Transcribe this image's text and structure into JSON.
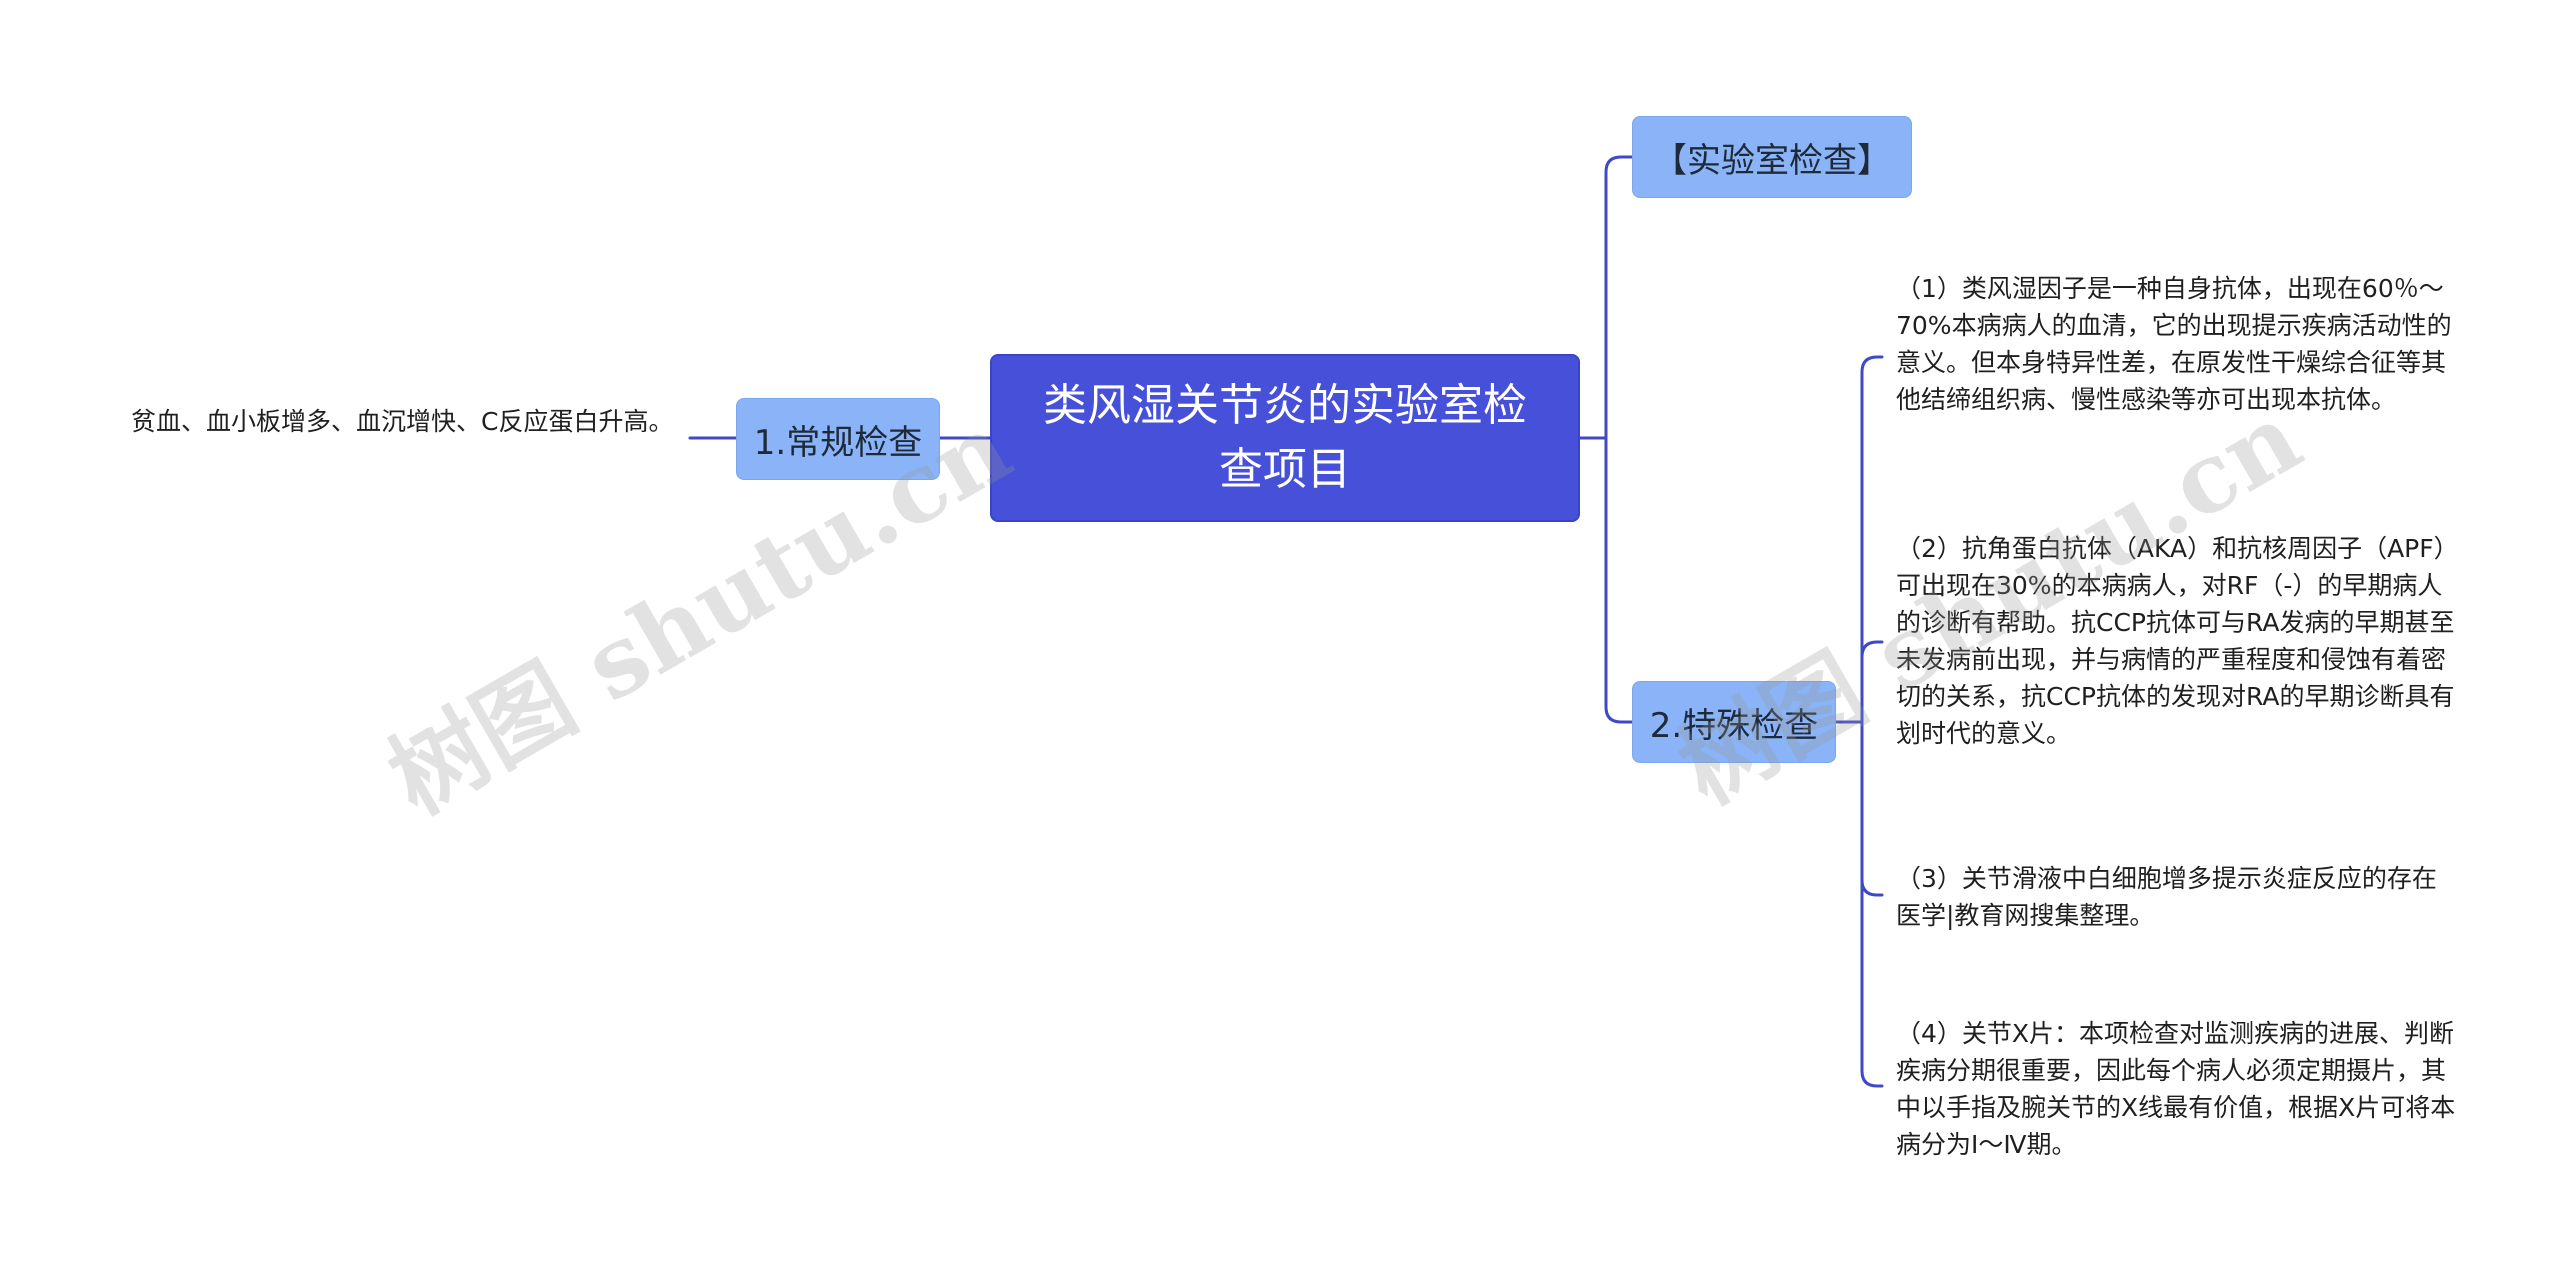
{
  "mindmap": {
    "root": "类风湿关节炎的实验室检查项目",
    "branches": {
      "routine": {
        "label": "1.常规检查",
        "leaf": "贫血、血小板增多、血沉增快、C反应蛋白升高。"
      },
      "lab": {
        "label": "【实验室检查】"
      },
      "special": {
        "label": "2.特殊检查",
        "items": [
          "（1）类风湿因子是一种自身抗体，出现在60％～70%本病病人的血清，它的出现提示疾病活动性的意义。但本身特异性差，在原发性干燥综合征等其他结缔组织病、慢性感染等亦可出现本抗体。",
          "（2）抗角蛋白抗体（AKA）和抗核周因子（APF）可出现在30%的本病病人，对RF（-）的早期病人的诊断有帮助。抗CCP抗体可与RA发病的早期甚至未发病前出现，并与病情的严重程度和侵蚀有着密切的关系，抗CCP抗体的发现对RA的早期诊断具有划时代的意义。",
          "（3）关节滑液中白细胞增多提示炎症反应的存在医学|教育网搜集整理。",
          "（4）关节X片：本项检查对监测疾病的进展、判断疾病分期很重要，因此每个病人必须定期摄片，其中以手指及腕关节的X线最有价值，根据X片可将本病分为Ⅰ～Ⅳ期。"
        ]
      }
    }
  },
  "watermark": "树图 shutu.cn",
  "colors": {
    "root_fill": "#4650d8",
    "branch_fill": "#8ab4f7",
    "connector": "#3f49c6"
  }
}
